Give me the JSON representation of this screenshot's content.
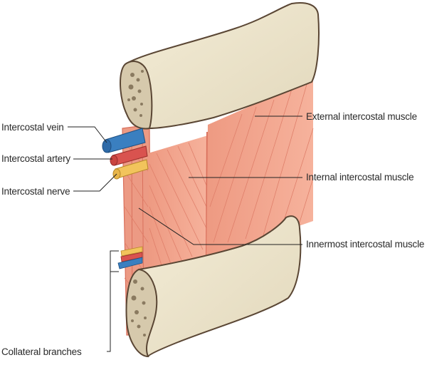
{
  "figure": {
    "title": "Intercostal muscles with intercostal vein, artery and nerve",
    "labels": {
      "vein": "Intercostal vein",
      "artery": "Intercostal artery",
      "nerve": "Intercostal nerve",
      "collateral": "Collateral branches",
      "external": "External intercostal muscle",
      "internal": "Internal intercostal muscle",
      "innermost": "Innermost intercostal muscle"
    },
    "colors": {
      "bone": "#ece4cc",
      "bone_outline": "#5a4634",
      "marrow": "#cfc2a6",
      "muscle": "#f2a48c",
      "muscle_fiber": "#d9705c",
      "vein": "#3a7fc0",
      "artery": "#d9534f",
      "nerve": "#f2c45c",
      "leader_line": "#222222"
    }
  }
}
